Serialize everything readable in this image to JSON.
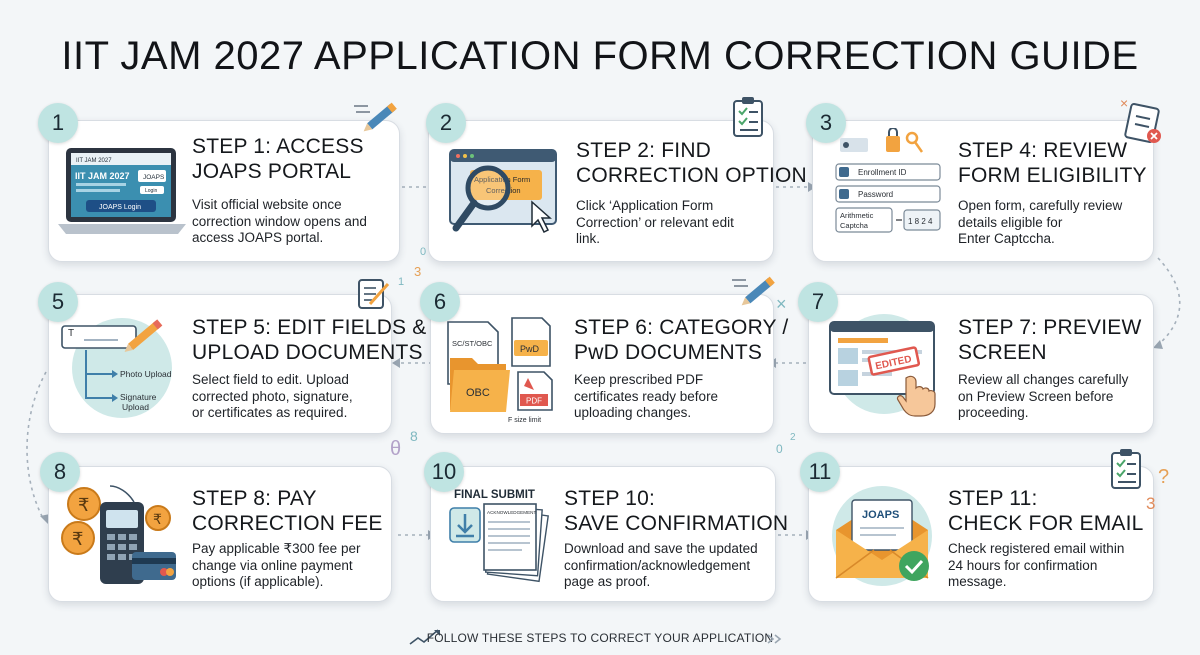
{
  "title": "IIT JAM 2027 APPLICATION FORM CORRECTION GUIDE",
  "footer": "FOLLOW THESE STEPS TO CORRECT YOUR APPLICATION",
  "steps": [
    {
      "badge": "1",
      "title_line1": "STEP 1: ACCESS",
      "title_line2": "JOAPS PORTAL",
      "desc_line1": "Visit official website once",
      "desc_line2": "correction window opens and",
      "desc_line3": "access JOAPS portal.",
      "illus": {
        "brand": "IIT JAM 2027",
        "small_brand": "IIT JAM 2027",
        "button": "JOAPS",
        "small_button": "Login",
        "login_button": "JOAPS Login"
      }
    },
    {
      "badge": "2",
      "title_line1": "STEP 2: FIND",
      "title_line2": "CORRECTION OPTION",
      "desc_line1": "Click ‘Application Form",
      "desc_line2": "Correction’ or relevant edit",
      "desc_line3": "link.",
      "illus": {
        "line1": "Application Form",
        "line2": "Correction"
      }
    },
    {
      "badge": "3",
      "title_line1": "STEP 4: REVIEW",
      "title_line2": "FORM ELIGIBILITY",
      "desc_line1": "Open form, carefully review",
      "desc_line2": "details eligible for",
      "desc_line3": "Enter Captccha.",
      "illus": {
        "field1": "Enrollment ID",
        "field2": "Password",
        "captcha_label1": "Arithmetic",
        "captcha_label2": "Captcha",
        "captcha_value": "1 8 2 4"
      }
    },
    {
      "badge": "5",
      "title_line1": "STEP 5: EDIT FIELDS &",
      "title_line2": "UPLOAD DOCUMENTS",
      "desc_line1": "Select field to edit. Upload",
      "desc_line2": "corrected photo, signature,",
      "desc_line3": "or certificates as required.",
      "illus": {
        "cursor_text": "T",
        "item1": "Photo Upload",
        "item2_line1": "Signature",
        "item2_line2": "Upload"
      }
    },
    {
      "badge": "6",
      "title_line1": "STEP 6: CATEGORY /",
      "title_line2": "PwD DOCUMENTS",
      "desc_line1": "Keep prescribed PDF",
      "desc_line2": "certificates ready before",
      "desc_line3": "uploading changes.",
      "illus": {
        "doc1": "SC/ST/OBC",
        "doc2": "PwD",
        "folder": "OBC",
        "pdf": "PDF",
        "size": "F size limit"
      }
    },
    {
      "badge": "7",
      "title_line1": "STEP 7: PREVIEW",
      "title_line2": "SCREEN",
      "desc_line1": "Review all changes carefully",
      "desc_line2": "on Preview Screen before",
      "desc_line3": "proceeding.",
      "illus": {
        "stamp": "EDITED"
      }
    },
    {
      "badge": "8",
      "title_line1": "STEP 8: PAY",
      "title_line2": "CORRECTION FEE",
      "desc_line1": "Pay applicable ₹300 fee per",
      "desc_line2": "change via online payment",
      "desc_line3": "options (if applicable).",
      "illus": {
        "coin1": "₹",
        "coin2": "₹",
        "coin3": "₹"
      }
    },
    {
      "badge": "10",
      "title_line1": "STEP 10:",
      "title_line2": "SAVE CONFIRMATION",
      "desc_line1": "Download and save the updated",
      "desc_line2": "confirmation/acknowledgement",
      "desc_line3": "page as proof.",
      "illus": {
        "header": "FINAL SUBMIT",
        "doc_label": "ACKNOWLEDGEMENT"
      }
    },
    {
      "badge": "11",
      "title_line1": "STEP 11:",
      "title_line2": "CHECK FOR EMAIL",
      "desc_line1": "Check registered email within",
      "desc_line2": "24 hours for confirmation",
      "desc_line3": "message.",
      "illus": {
        "brand": "JOAPS"
      }
    }
  ],
  "decorations": {
    "d1": "0",
    "d2": "3",
    "d3": "1",
    "d4": "×",
    "d5": "θ",
    "d6": "8",
    "d7": "0",
    "d8": "2",
    "d9": "?",
    "d10": "3",
    "d11": "×"
  },
  "colors": {
    "badge": "#bfe4e2",
    "teal": "#5ab0ad",
    "orange": "#f0a33a",
    "blue": "#2d5f8a",
    "connector": "#9aa6b2"
  }
}
